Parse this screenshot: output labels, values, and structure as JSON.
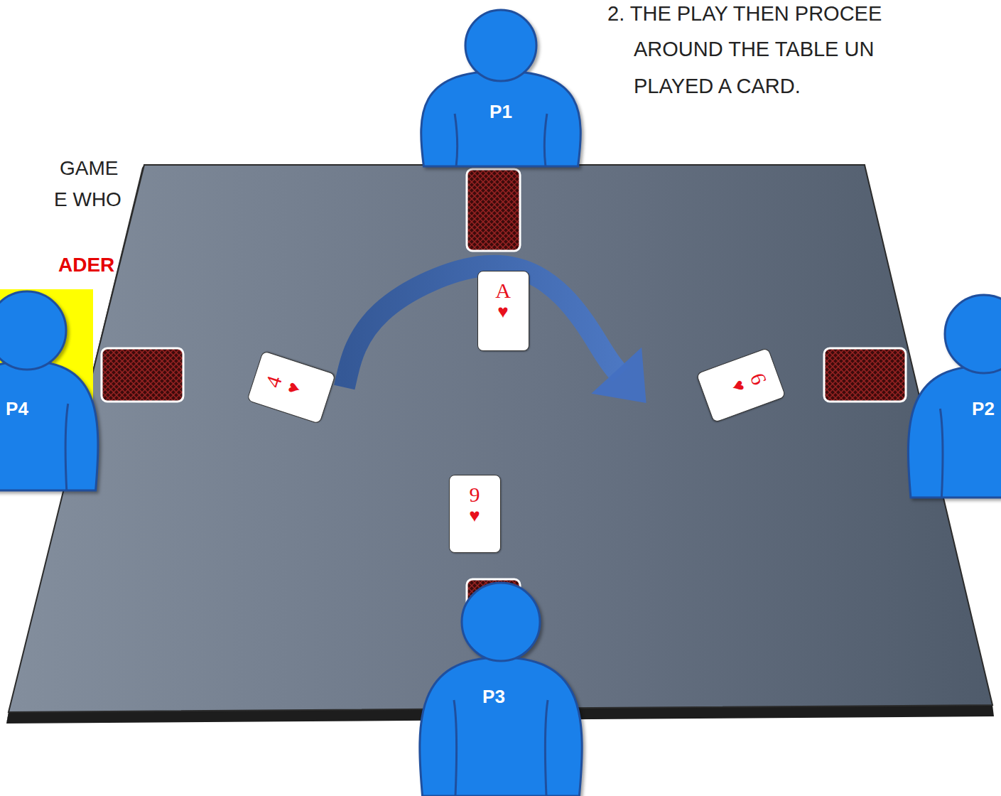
{
  "diagram": {
    "nodes": [
      {
        "text": [
          "P1"
        ]
      },
      {
        "text": [
          "A",
          "♥"
        ]
      },
      {
        "text": [
          "P4"
        ]
      },
      {
        "text": [
          "4",
          "♥"
        ]
      },
      {
        "text": [
          "6",
          "♥"
        ]
      },
      {
        "text": [
          "P2"
        ]
      },
      {
        "text": [
          "9",
          "♥"
        ]
      },
      {
        "text": [
          "P3"
        ]
      }
    ],
    "edges": [
      {
        "from": 3,
        "to": 4,
        "arrow": "to"
      }
    ],
    "labels": [
      "2. THE PLAY THEN PROCEE",
      "AROUND THE TABLE UN",
      "PLAYED A CARD.",
      "GAME",
      "E WHO",
      "ADER"
    ]
  }
}
